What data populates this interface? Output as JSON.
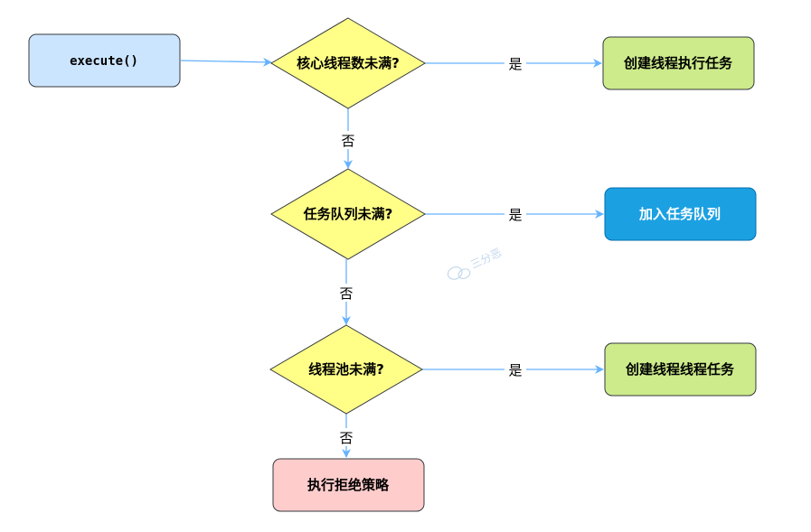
{
  "nodes": {
    "execute": "execute()",
    "core_check": "核心线程数未满?",
    "create_core": "创建线程执行任务",
    "queue_check": "任务队列未满?",
    "enqueue": "加入任务队列",
    "pool_check": "线程池未满?",
    "create_thread": "创建线程线程任务",
    "reject": "执行拒绝策略"
  },
  "edges": {
    "yes": "是",
    "no": "否"
  },
  "watermark": "三分恶",
  "colors": {
    "start_fill": "#cce5ff",
    "start_stroke": "#36393d",
    "decision_fill": "#ffff88",
    "decision_stroke": "#36393d",
    "green_fill": "#cdeb8b",
    "green_stroke": "#36393d",
    "blue_fill": "#1ba1e2",
    "blue_stroke": "#006eaf",
    "red_fill": "#ffcccc",
    "red_stroke": "#36393d",
    "edge": "#66b2ff"
  }
}
